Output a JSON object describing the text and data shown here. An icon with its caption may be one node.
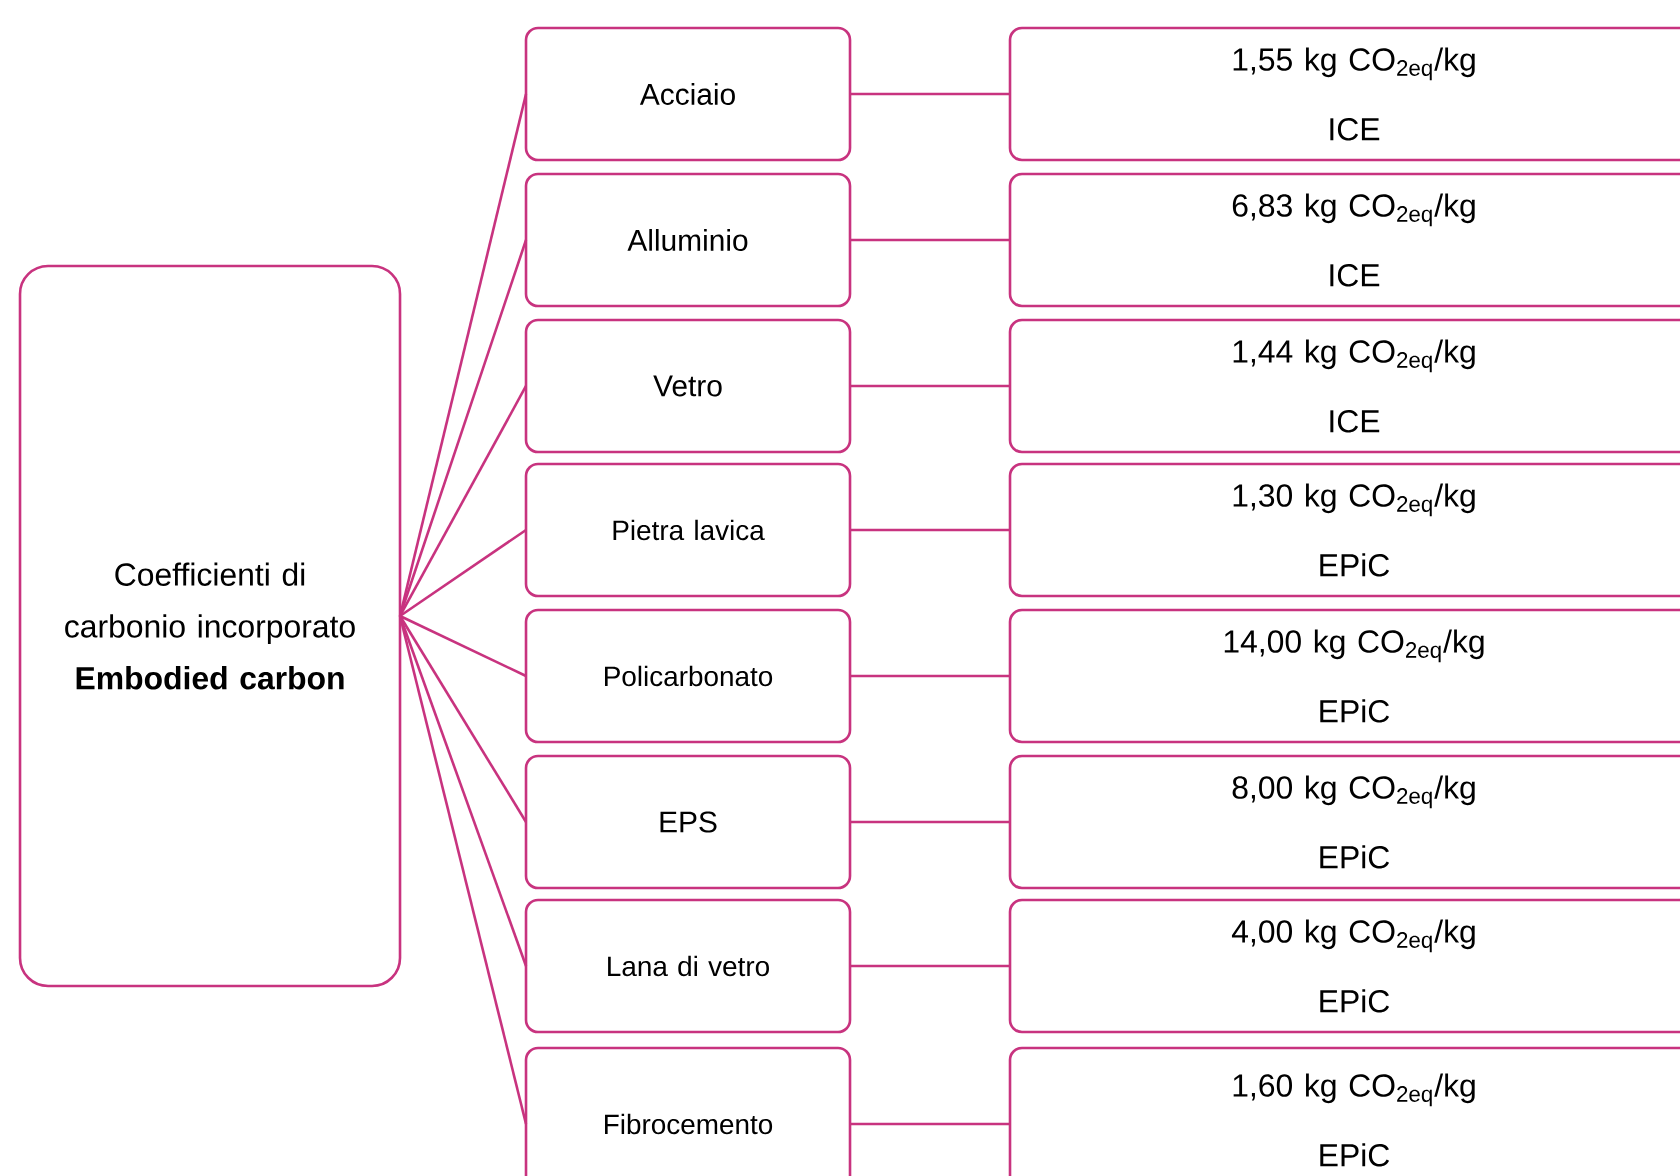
{
  "diagram": {
    "nodes": [
      {
        "text": [
          "Coefficienti di carbonio incorporato",
          "Embodied carbon"
        ]
      },
      {
        "text": [
          "Acciaio"
        ]
      },
      {
        "text": [
          "1,55 kg CO$_{2eq}$/kg",
          "ICE"
        ]
      },
      {
        "text": [
          "Alluminio"
        ]
      },
      {
        "text": [
          "6,83 kg CO$_{2eq}$/kg",
          "ICE"
        ]
      },
      {
        "text": [
          "Vetro"
        ]
      },
      {
        "text": [
          "1,44 kg CO$_{2eq}$/kg",
          "ICE"
        ]
      },
      {
        "text": [
          "Pietra lavica"
        ]
      },
      {
        "text": [
          "1,30 kg CO$_{2eq}$/kg",
          "EPiC"
        ]
      },
      {
        "text": [
          "Policarbonato"
        ]
      },
      {
        "text": [
          "14,00 kg CO$_{2eq}$/kg",
          "EPiC"
        ]
      },
      {
        "text": [
          "EPS"
        ]
      },
      {
        "text": [
          "8,00 kg CO$_{2eq}$/kg",
          "EPiC"
        ]
      },
      {
        "text": [
          "Lana di vetro"
        ]
      },
      {
        "text": [
          "4,00 kg CO$_{2eq}$/kg",
          "EPiC"
        ]
      },
      {
        "text": [
          "Fibrocemento"
        ]
      },
      {
        "text": [
          "1,60 kg CO$_{2eq}$/kg",
          "EPiC"
        ]
      }
    ],
    "edges": [
      {
        "from": 0,
        "to": 1,
        "arrow": "none"
      },
      {
        "from": 0,
        "to": 3,
        "arrow": "none"
      },
      {
        "from": 0,
        "to": 5,
        "arrow": "none"
      },
      {
        "from": 0,
        "to": 7,
        "arrow": "none"
      },
      {
        "from": 0,
        "to": 9,
        "arrow": "none"
      },
      {
        "from": 0,
        "to": 11,
        "arrow": "none"
      },
      {
        "from": 0,
        "to": 13,
        "arrow": "none"
      },
      {
        "from": 0,
        "to": 15,
        "arrow": "none"
      },
      {
        "from": 1,
        "to": 2,
        "arrow": "none"
      },
      {
        "from": 3,
        "to": 4,
        "arrow": "none"
      },
      {
        "from": 5,
        "to": 6,
        "arrow": "none"
      },
      {
        "from": 7,
        "to": 8,
        "arrow": "none"
      },
      {
        "from": 9,
        "to": 10,
        "arrow": "none"
      },
      {
        "from": 11,
        "to": 12,
        "arrow": "none"
      },
      {
        "from": 13,
        "to": 14,
        "arrow": "none"
      },
      {
        "from": 15,
        "to": 16,
        "arrow": "none"
      }
    ]
  }
}
